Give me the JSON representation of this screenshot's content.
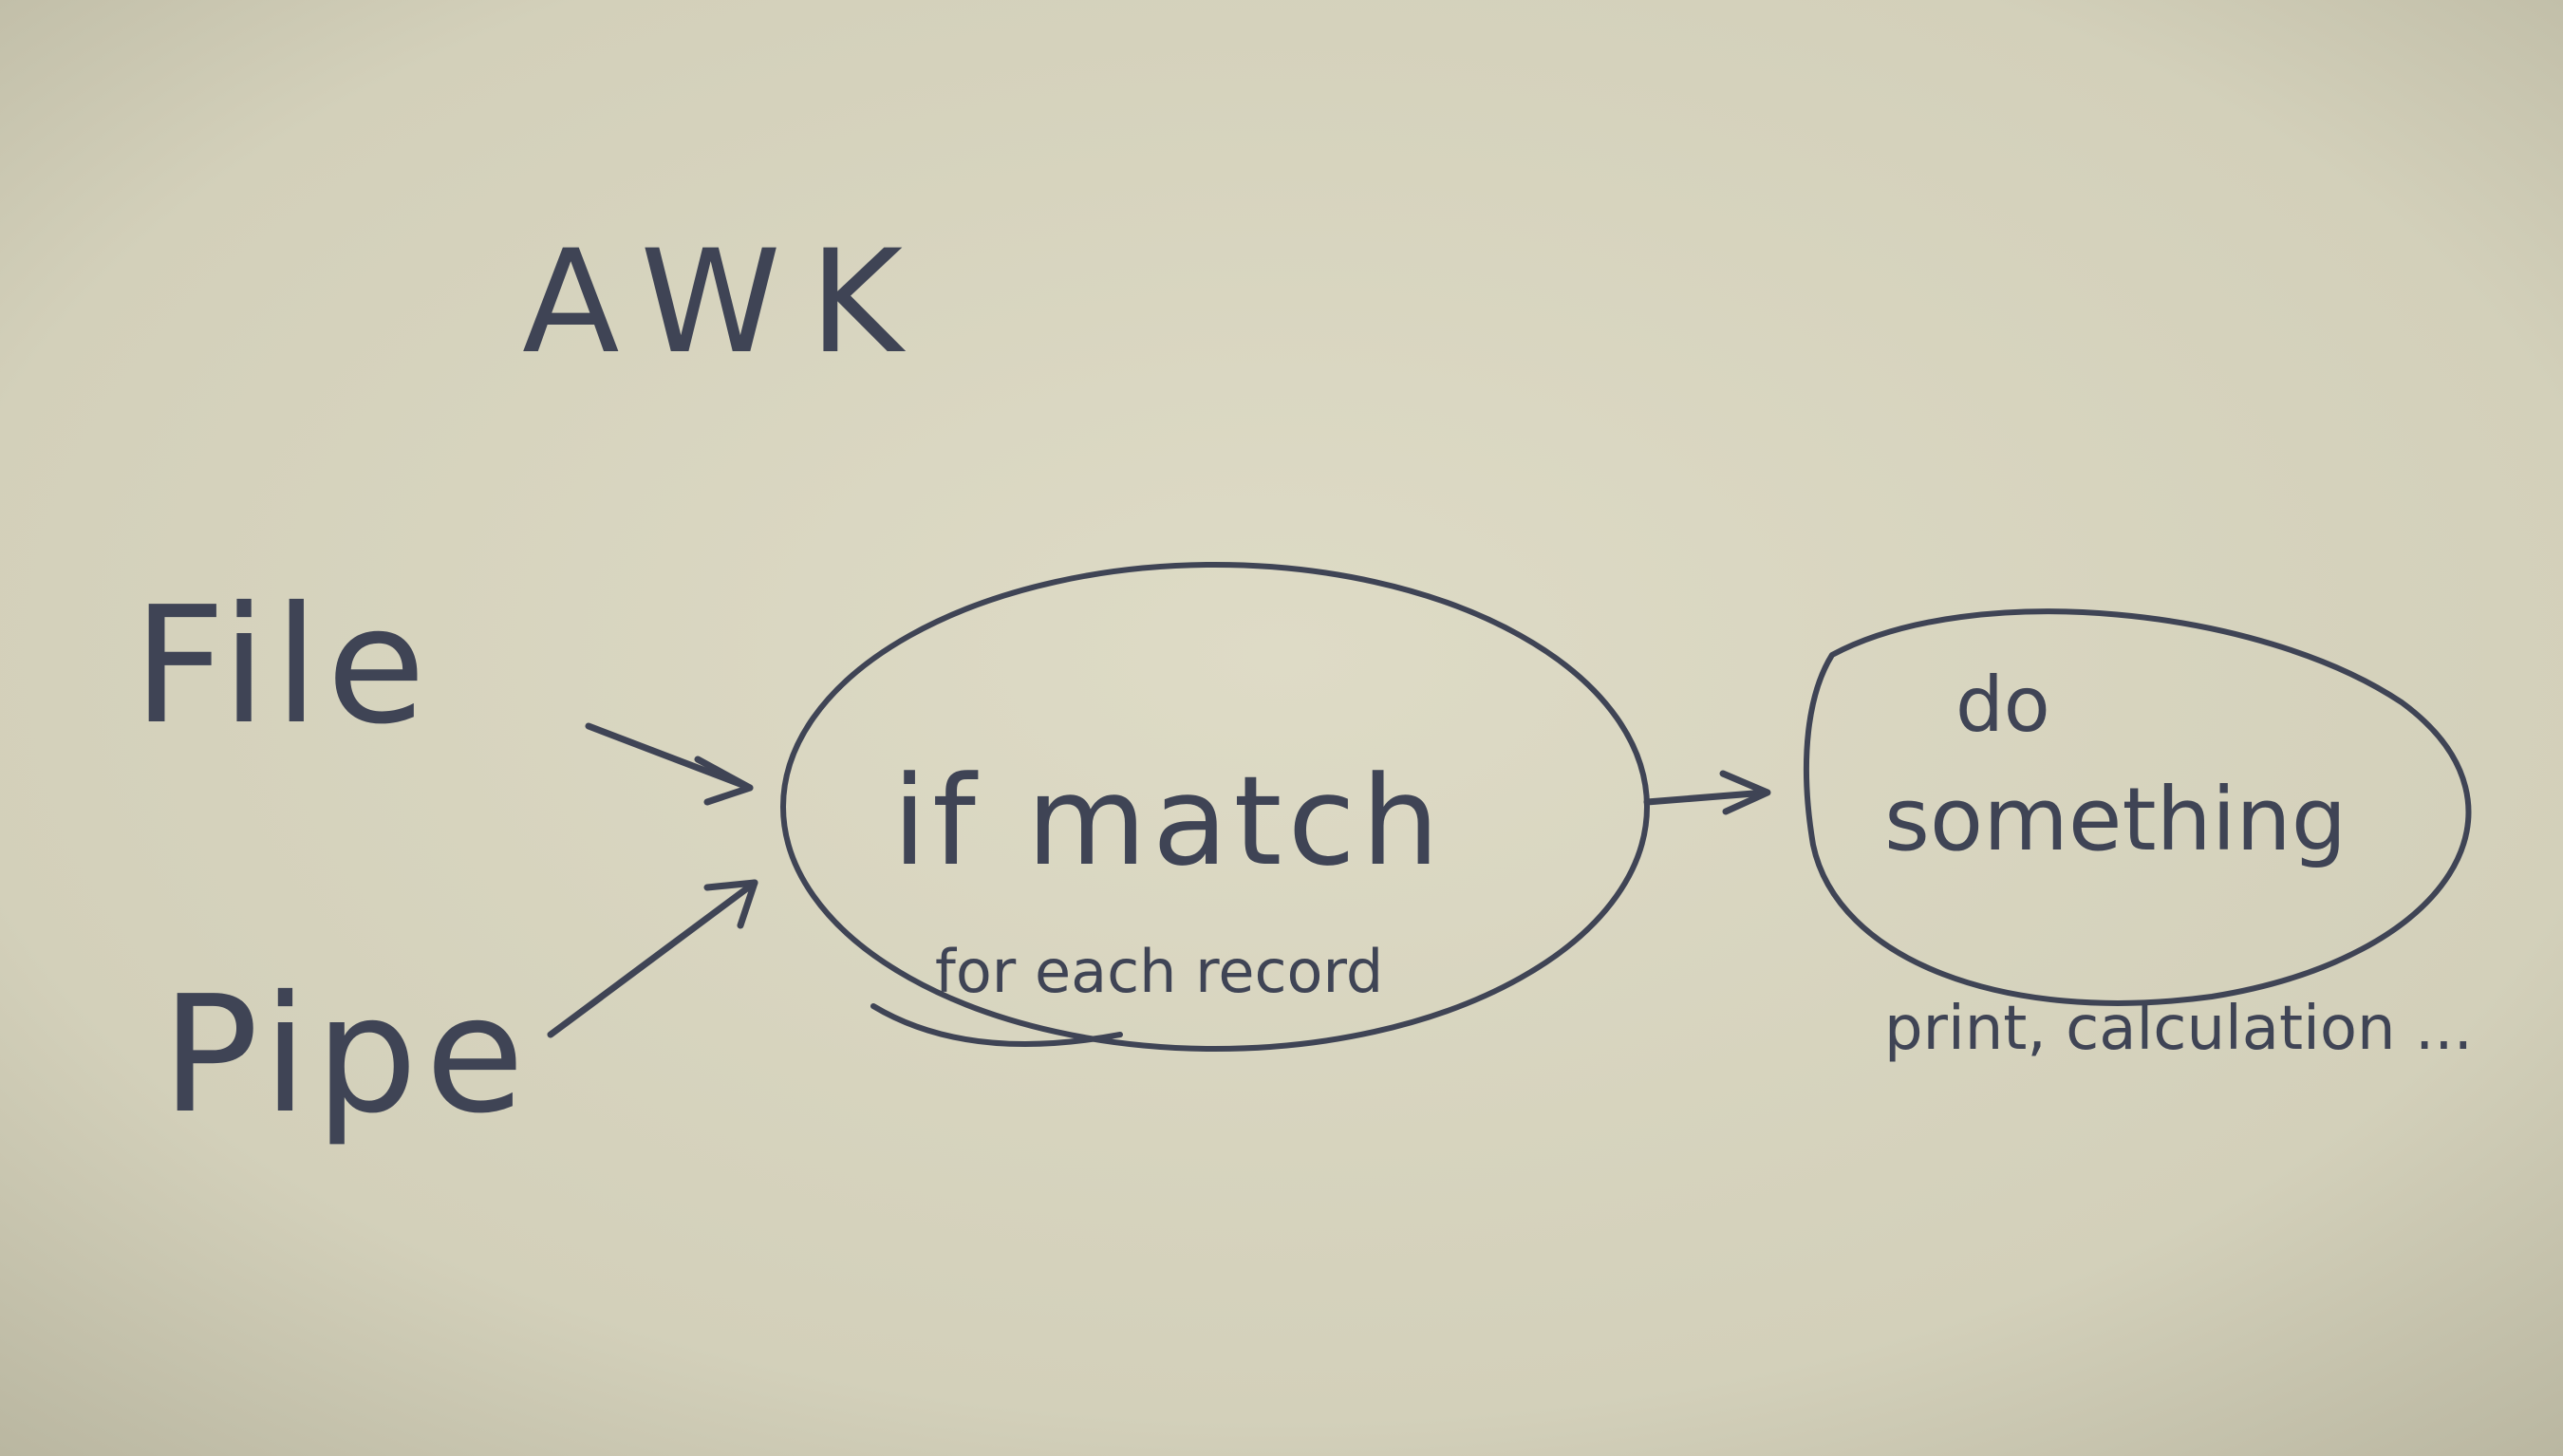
{
  "diagram": {
    "title": "AWK",
    "inputs": [
      {
        "id": "file",
        "label": "File"
      },
      {
        "id": "pipe",
        "label": "Pipe"
      }
    ],
    "nodes": [
      {
        "id": "match",
        "label": "if match",
        "sublabel": "for each record"
      },
      {
        "id": "action",
        "label_line1": "do",
        "label_line2": "something",
        "caption": "print, calculation ..."
      }
    ],
    "edges": [
      {
        "from": "file",
        "to": "match"
      },
      {
        "from": "pipe",
        "to": "match"
      },
      {
        "from": "match",
        "to": "action"
      }
    ],
    "colors": {
      "paper": "#d6d3bd",
      "ink": "#3f4455"
    }
  }
}
